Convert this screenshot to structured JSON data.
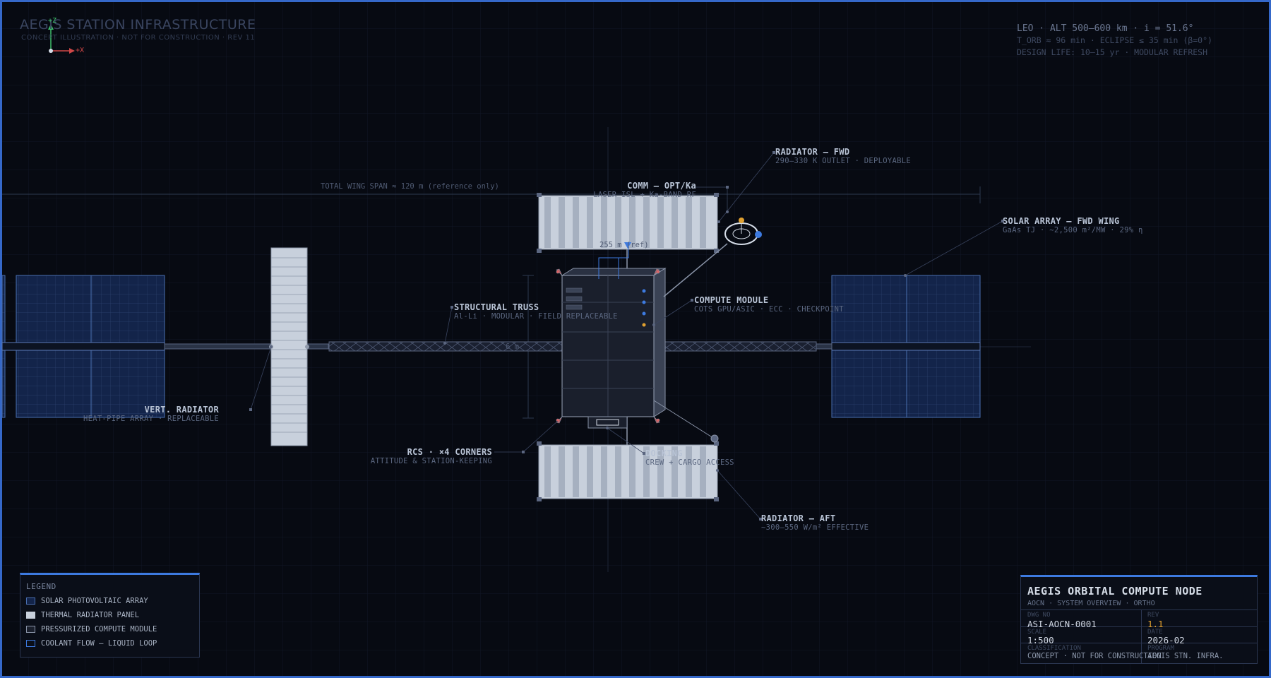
{
  "header": {
    "title": "AEGIS STATION INFRASTRUCTURE",
    "subtitle": "CONCEPT ILLUSTRATION · NOT FOR CONSTRUCTION · REV 11",
    "axis_z": "+Z",
    "axis_x": "+X"
  },
  "orbit_info": {
    "line1": "LEO · ALT 500–600 km · i = 51.6°",
    "line2": "T_ORB ≈ 96 min · ECLIPSE ≤ 35 min (β=0°)",
    "line3": "DESIGN LIFE: 10–15 yr · MODULAR REFRESH"
  },
  "dimensions": {
    "wing_span": "TOTAL WING SPAN  ≈ 120 m  (reference only)",
    "module_height": "255 m (ref)",
    "truss_length": "6 m"
  },
  "callouts": {
    "comm": {
      "title": "COMM — OPT/Ka",
      "sub": "LASER ISL + Ka-BAND RF"
    },
    "radiator_fwd": {
      "title": "RADIATOR — FWD",
      "sub": "290–330 K OUTLET · DEPLOYABLE"
    },
    "solar_fwd": {
      "title": "SOLAR ARRAY — FWD WING",
      "sub": "GaAs TJ · ~2,500 m²/MW · 29% η"
    },
    "structural_truss": {
      "title": "STRUCTURAL TRUSS",
      "sub": "Al-Li · MODULAR · FIELD REPLACEABLE"
    },
    "compute_module": {
      "title": "COMPUTE MODULE",
      "sub": "COTS GPU/ASIC · ECC · CHECKPOINT"
    },
    "vert_radiator": {
      "title": "VERT. RADIATOR",
      "sub": "HEAT-PIPE ARRAY · REPLACEABLE"
    },
    "rcs": {
      "title": "RCS · ×4 CORNERS",
      "sub": "ATTITUDE & STATION-KEEPING"
    },
    "docking": {
      "title": "DOCKING",
      "sub": "CREW + CARGO ACCESS"
    },
    "radiator_aft": {
      "title": "RADIATOR — AFT",
      "sub": "~300–550 W/m² EFFECTIVE"
    }
  },
  "legend": {
    "title": "LEGEND",
    "items": [
      {
        "label": "SOLAR PHOTOVOLTAIC ARRAY",
        "fill": "#13244a",
        "stroke": "#4a6fb0"
      },
      {
        "label": "THERMAL RADIATOR PANEL",
        "fill": "#c8d0dc",
        "stroke": "#c8d0dc"
      },
      {
        "label": "PRESSURIZED COMPUTE MODULE",
        "fill": "#1a1f2c",
        "stroke": "#8a94a8"
      },
      {
        "label": "COOLANT FLOW — LIQUID LOOP",
        "fill": "#0a0e18",
        "stroke": "#3d7ae0"
      }
    ]
  },
  "title_block": {
    "name": "AEGIS ORBITAL COMPUTE NODE",
    "sub": "AOCN · SYSTEM OVERVIEW · ORTHO",
    "dwg_label": "DWG NO",
    "dwg_value": "ASI-AOCN-0001",
    "rev_label": "REV",
    "rev_value": "1.1",
    "scale_label": "SCALE",
    "scale_value": "1:500",
    "date_label": "DATE",
    "date_value": "2026-02",
    "class_label": "CLASSIFICATION",
    "class_value": "CONCEPT · NOT FOR CONSTRUCTION",
    "program_label": "PROGRAM",
    "program_value": "AEGIS STN. INFRA."
  },
  "colors": {
    "background": "#070a12",
    "accent": "#3d7ae0",
    "solar": "#13244a",
    "radiator": "#c8d0dc",
    "module": "#1a1f2c",
    "warning": "#e0a030"
  }
}
